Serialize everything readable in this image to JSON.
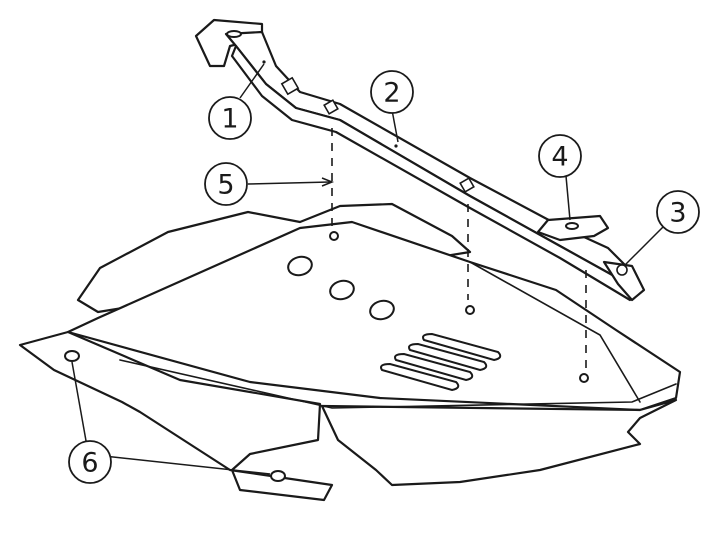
{
  "callouts": [
    {
      "id": "callout-1",
      "label": "1"
    },
    {
      "id": "callout-2",
      "label": "2"
    },
    {
      "id": "callout-3",
      "label": "3"
    },
    {
      "id": "callout-4",
      "label": "4"
    },
    {
      "id": "callout-5",
      "label": "5"
    },
    {
      "id": "callout-6",
      "label": "6"
    }
  ],
  "colors": {
    "line": "#1a1a1a",
    "background": "#ffffff"
  }
}
